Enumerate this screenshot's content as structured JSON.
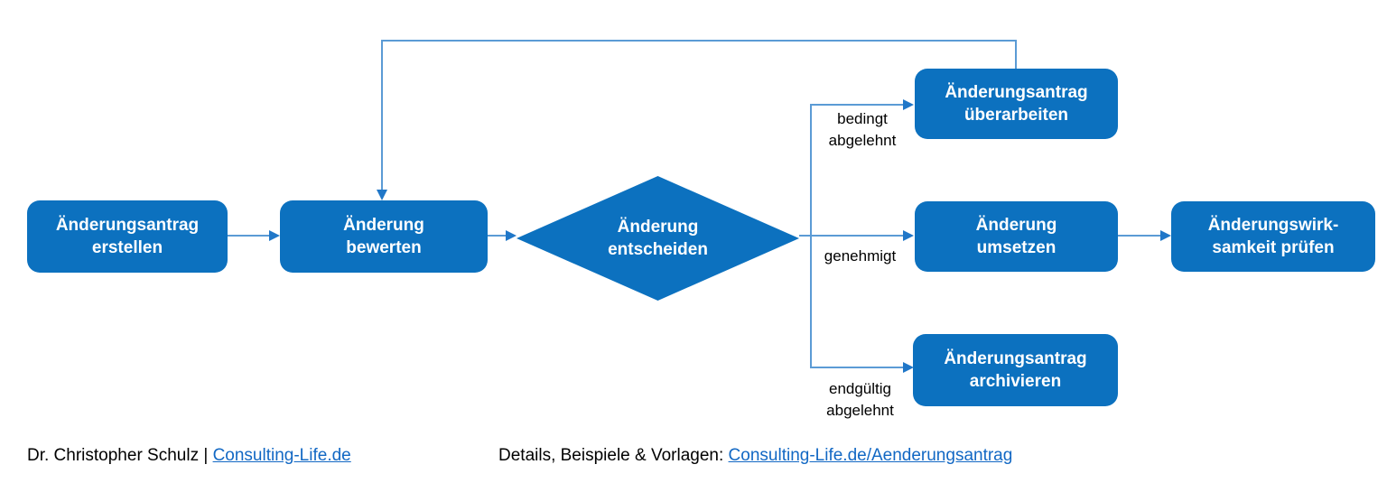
{
  "colors": {
    "node_fill": "#0c71bf",
    "node_text": "#ffffff",
    "connector_line": "#5b9bd5",
    "arrowhead": "#2077c8",
    "edge_label_text": "#000000",
    "link": "#1268c4",
    "background": "#ffffff"
  },
  "nodes": {
    "erstellen": "Änderungsantrag\nerstellen",
    "bewerten": "Änderung\nbewerten",
    "entscheiden": "Änderung\nentscheiden",
    "ueberarbeiten": "Änderungsantrag\nüberarbeiten",
    "umsetzen": "Änderung\numsetzen",
    "pruefen": "Änderungswirk-\nsamkeit prüfen",
    "archivieren": "Änderungsantrag\narchivieren"
  },
  "edge_labels": {
    "bedingt_abgelehnt": "bedingt\nabgelehnt",
    "genehmigt": "genehmigt",
    "endgueltig_abgelehnt": "endgültig\nabgelehnt"
  },
  "footer": {
    "author_text": "Dr. Christopher Schulz | ",
    "author_link": "Consulting-Life.de",
    "details_text": "Details, Beispiele & Vorlagen: ",
    "details_link": "Consulting-Life.de/Aenderungsantrag"
  }
}
